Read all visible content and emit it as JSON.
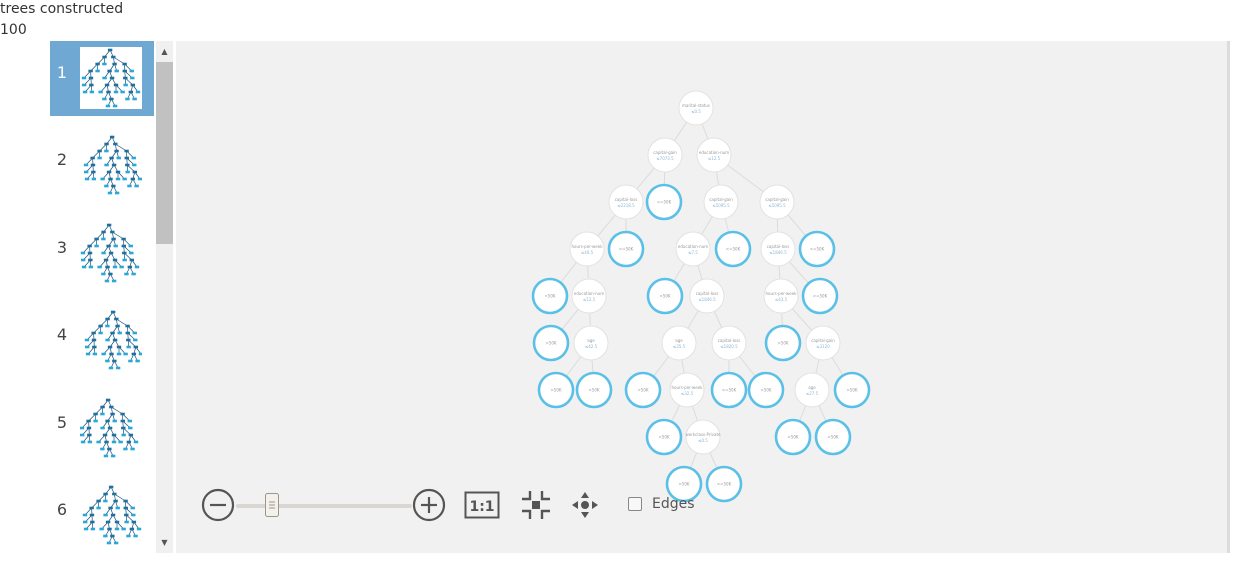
{
  "header": {
    "label": "trees constructed",
    "value": "100"
  },
  "thumbnails": [
    {
      "number": "1",
      "selected": true
    },
    {
      "number": "2",
      "selected": false
    },
    {
      "number": "3",
      "selected": false
    },
    {
      "number": "4",
      "selected": false
    },
    {
      "number": "5",
      "selected": false
    },
    {
      "number": "6",
      "selected": false
    }
  ],
  "tree": {
    "nodes": [
      {
        "name": "marital-status",
        "cond": "≤0.5",
        "leaf": false
      },
      {
        "name": "capital-gain",
        "cond": "≤7073.5",
        "leaf": false
      },
      {
        "name": "education-num",
        "cond": "≤12.5",
        "leaf": false
      },
      {
        "name": "capital-loss",
        "cond": "≤2218.5",
        "leaf": false
      },
      {
        "name": "<=50K",
        "cond": "",
        "leaf": true
      },
      {
        "name": "capital-gain",
        "cond": "≤5095.5",
        "leaf": false
      },
      {
        "name": "capital-gain",
        "cond": "≤5095.5",
        "leaf": false
      },
      {
        "name": "hours-per-week",
        "cond": "≤40.5",
        "leaf": false
      },
      {
        "name": "<=50K",
        "cond": "",
        "leaf": true
      },
      {
        "name": "education-num",
        "cond": "≤7.5",
        "leaf": false
      },
      {
        "name": "<=50K",
        "cond": "",
        "leaf": true
      },
      {
        "name": "capital-loss",
        "cond": "≤1846.5",
        "leaf": false
      },
      {
        "name": "<=50K",
        "cond": "",
        "leaf": true
      },
      {
        "name": ">50K",
        "cond": "",
        "leaf": true
      },
      {
        "name": "education-num",
        "cond": "≤12.5",
        "leaf": false
      },
      {
        "name": ">50K",
        "cond": "",
        "leaf": true
      },
      {
        "name": "capital-loss",
        "cond": "≤1846.5",
        "leaf": false
      },
      {
        "name": "hours-per-week",
        "cond": "≤43.5",
        "leaf": false
      },
      {
        "name": "<=50K",
        "cond": "",
        "leaf": true
      },
      {
        "name": ">50K",
        "cond": "",
        "leaf": true
      },
      {
        "name": "age",
        "cond": "≤42.5",
        "leaf": false
      },
      {
        "name": "age",
        "cond": "≤35.5",
        "leaf": false
      },
      {
        "name": "capital-loss",
        "cond": "≤1820.5",
        "leaf": false
      },
      {
        "name": ">50K",
        "cond": "",
        "leaf": true
      },
      {
        "name": "capital-gain",
        "cond": "≤3120",
        "leaf": false
      },
      {
        "name": ">50K",
        "cond": "",
        "leaf": true
      },
      {
        "name": ">50K",
        "cond": "",
        "leaf": true
      },
      {
        "name": ">50K",
        "cond": "",
        "leaf": true
      },
      {
        "name": "hours-per-week",
        "cond": "≤32.5",
        "leaf": false
      },
      {
        "name": "<=50K",
        "cond": "",
        "leaf": true
      },
      {
        "name": ">50K",
        "cond": "",
        "leaf": true
      },
      {
        "name": "age",
        "cond": "≤27.5",
        "leaf": false
      },
      {
        "name": ">50K",
        "cond": "",
        "leaf": true
      },
      {
        "name": ">50K",
        "cond": "",
        "leaf": true
      },
      {
        "name": "workclass-Private",
        "cond": "≤0.5",
        "leaf": false
      },
      {
        "name": ">50K",
        "cond": "",
        "leaf": true
      },
      {
        "name": ">50K",
        "cond": "",
        "leaf": true
      },
      {
        "name": ">50K",
        "cond": "",
        "leaf": true
      },
      {
        "name": "<=50K",
        "cond": "",
        "leaf": true
      }
    ]
  },
  "controls": {
    "zoom_out_icon": "minus-circle-icon",
    "zoom_in_icon": "plus-circle-icon",
    "actual_size_label": "1:1",
    "zoom_level": 0.18,
    "edges_label": "Edges",
    "edges_checked": false
  },
  "colors": {
    "accent": "#6fa8d2",
    "leaf_stroke": "#5bc0e8"
  }
}
